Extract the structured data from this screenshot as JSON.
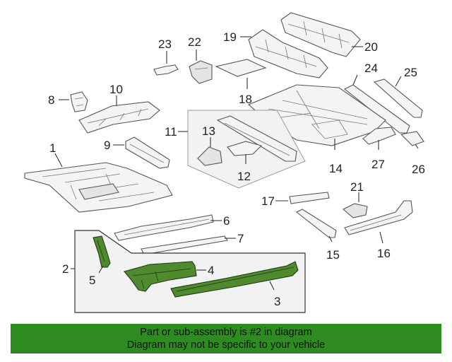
{
  "callouts": {
    "c1": "1",
    "c2": "2",
    "c3": "3",
    "c4": "4",
    "c5": "5",
    "c6": "6",
    "c7": "7",
    "c8": "8",
    "c9": "9",
    "c10": "10",
    "c11": "11",
    "c12": "12",
    "c13": "13",
    "c14": "14",
    "c15": "15",
    "c16": "16",
    "c17": "17",
    "c18": "18",
    "c19": "19",
    "c20": "20",
    "c21": "21",
    "c22": "22",
    "c23": "23",
    "c24": "24",
    "c25": "25",
    "c26": "26",
    "c27": "27"
  },
  "highlight_color": "#4f8a2e",
  "banner": {
    "line1": "Part or sub-assembly is #2 in diagram",
    "line2": "Diagram may not be specific to your vehicle",
    "background": "#2e8b22"
  }
}
